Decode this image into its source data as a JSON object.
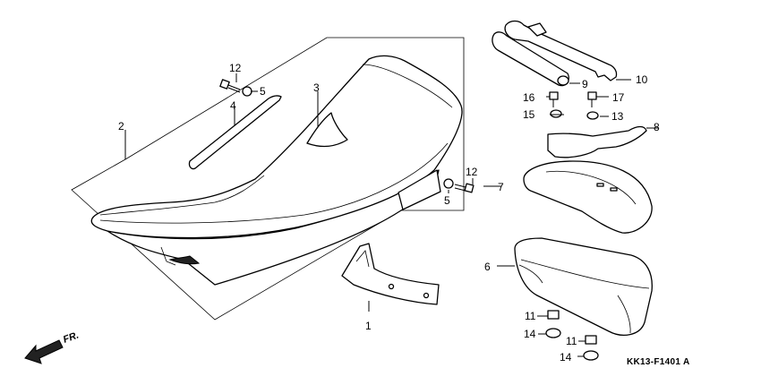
{
  "diagram_code": "KK13-F1401 A",
  "direction_marker": "FR.",
  "callouts": [
    {
      "id": "c1",
      "text": "1"
    },
    {
      "id": "c2",
      "text": "2"
    },
    {
      "id": "c3",
      "text": "3"
    },
    {
      "id": "c4",
      "text": "4"
    },
    {
      "id": "c5a",
      "text": "5"
    },
    {
      "id": "c5b",
      "text": "5"
    },
    {
      "id": "c6",
      "text": "6"
    },
    {
      "id": "c7",
      "text": "7"
    },
    {
      "id": "c8",
      "text": "8"
    },
    {
      "id": "c9",
      "text": "9"
    },
    {
      "id": "c10",
      "text": "10"
    },
    {
      "id": "c11a",
      "text": "11"
    },
    {
      "id": "c11b",
      "text": "11"
    },
    {
      "id": "c12a",
      "text": "12"
    },
    {
      "id": "c12b",
      "text": "12"
    },
    {
      "id": "c13",
      "text": "13"
    },
    {
      "id": "c14a",
      "text": "14"
    },
    {
      "id": "c14b",
      "text": "14"
    },
    {
      "id": "c15",
      "text": "15"
    },
    {
      "id": "c16",
      "text": "16"
    },
    {
      "id": "c17",
      "text": "17"
    }
  ]
}
